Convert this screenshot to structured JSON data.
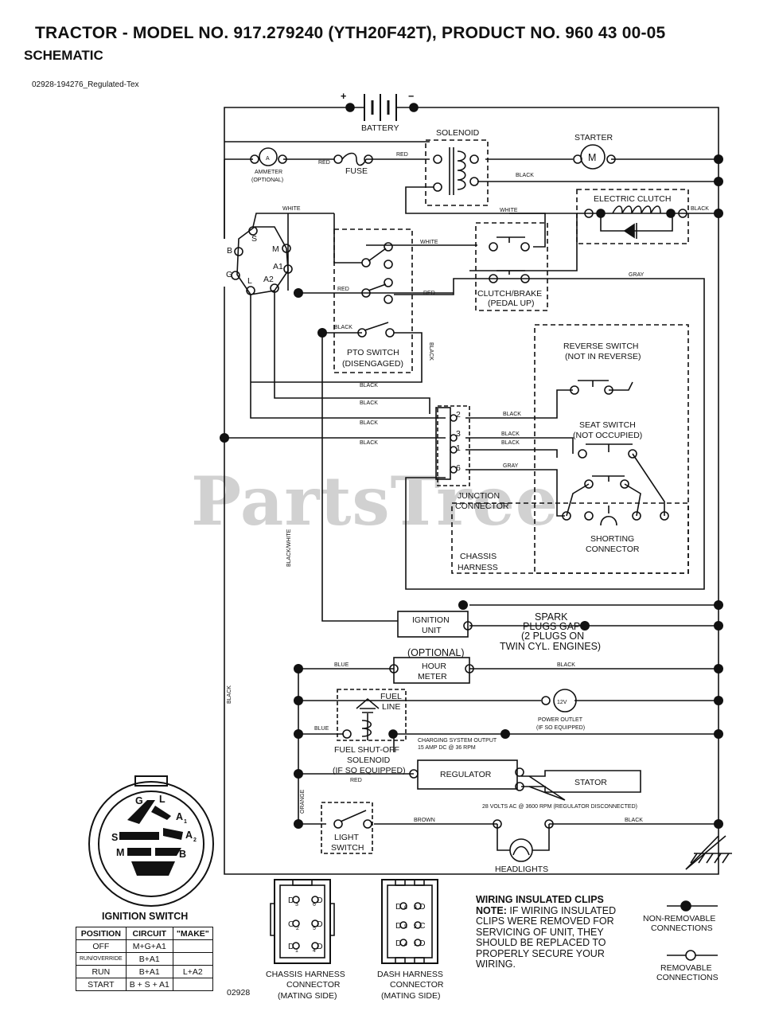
{
  "header": {
    "title": "TRACTOR - MODEL NO. 917.279240 (YTH20F42T), PRODUCT NO. 960 43 00-05",
    "subtitle": "SCHEMATIC",
    "reference": "02928-194276_Regulated-Tex"
  },
  "watermark": "PartsTree",
  "components": {
    "battery": "BATTERY",
    "plus": "+",
    "minus": "−",
    "solenoid": "SOLENOID",
    "starter": "STARTER",
    "starter_symbol": "M",
    "ammeter": "AMMETER",
    "ammeter_optional": "(OPTIONAL)",
    "ammeter_symbol": "A",
    "fuse": "FUSE",
    "electric_clutch": "ELECTRIC CLUTCH",
    "clutch_brake_1": "CLUTCH/BRAKE",
    "clutch_brake_2": "(PEDAL UP)",
    "pto_switch_1": "PTO SWITCH",
    "pto_switch_2": "(DISENGAGED)",
    "reverse_switch_1": "REVERSE SWITCH",
    "reverse_switch_2": "(NOT IN REVERSE)",
    "seat_switch_1": "SEAT SWITCH",
    "seat_switch_2": "(NOT OCCUPIED)",
    "junction_1": "JUNCTION",
    "junction_2": "CONNECTOR",
    "shorting_1": "SHORTING",
    "shorting_2": "CONNECTOR",
    "chassis_h_1": "CHASSIS",
    "chassis_h_2": "HARNESS",
    "ignition_unit_1": "IGNITION",
    "ignition_unit_2": "UNIT",
    "spark_1": "SPARK",
    "spark_2": "PLUGS GAP",
    "spark_3": "(2 PLUGS ON",
    "spark_4": "TWIN CYL. ENGINES)",
    "optional": "(OPTIONAL)",
    "hour_meter_1": "HOUR",
    "hour_meter_2": "METER",
    "fuel_line_1": "FUEL",
    "fuel_line_2": "LINE",
    "power_outlet_symbol": "12V",
    "power_outlet_1": "POWER OUTLET",
    "power_outlet_2": "(IF SO EQUIPPED)",
    "fuel_shutoff_1": "FUEL SHUT-OFF",
    "fuel_shutoff_2": "SOLENOID",
    "fuel_shutoff_3": "(IF SO EQUIPPED)",
    "charging_1": "CHARGING SYSTEM OUTPUT",
    "charging_2": "15 AMP DC @ 36 RPM",
    "regulator": "REGULATOR",
    "stator": "STATOR",
    "volts_ac": "28 VOLTS AC @ 3600 RPM (REGULATOR DISCONNECTED)",
    "light_switch_1": "LIGHT",
    "light_switch_2": "SWITCH",
    "headlights": "HEADLIGHTS"
  },
  "switch_terminals": {
    "s": "S",
    "b": "B",
    "m": "M",
    "a1": "A1",
    "g": "G",
    "l": "L",
    "a2": "A2"
  },
  "junction_pins": {
    "p2": "2",
    "p3": "3",
    "p1": "1",
    "p6": "6"
  },
  "wire_colors": {
    "red": "RED",
    "black": "BLACK",
    "white": "WHITE",
    "gray": "GRAY",
    "blue": "BLUE",
    "brown": "BROWN",
    "orange": "ORANGE",
    "black_white": "BLACK/WHITE"
  },
  "ignition_switch": {
    "title": "IGNITION SWITCH",
    "face_labels": {
      "g": "G",
      "l": "L",
      "a1": "A",
      "a1_sub": "1",
      "a2": "A",
      "a2_sub": "2",
      "s": "S",
      "m": "M",
      "b": "B"
    },
    "columns": [
      "POSITION",
      "CIRCUIT",
      "\"MAKE\""
    ],
    "rows": [
      {
        "position": "OFF",
        "circuit": "M+G+A1",
        "make": ""
      },
      {
        "position": "RUN/OVERRIDE",
        "circuit": "B+A1",
        "make": ""
      },
      {
        "position": "RUN",
        "circuit": "B+A1",
        "make": "L+A2"
      },
      {
        "position": "START",
        "circuit": "B + S + A1",
        "make": ""
      }
    ]
  },
  "connectors": {
    "chassis_1": "CHASSIS HARNESS",
    "chassis_2": "CONNECTOR",
    "chassis_3": "(MATING SIDE)",
    "dash_1": "DASH HARNESS",
    "dash_2": "CONNECTOR",
    "dash_3": "(MATING SIDE)",
    "pins": {
      "d3": "D",
      "d3s": "3",
      "d6": "D",
      "d6s": "6",
      "c2": "C",
      "c2s": "2",
      "d5": "D",
      "d5s": "5",
      "d1": "D",
      "d1s": "1",
      "d4": "D",
      "d4s": "4"
    },
    "diagram_code": "02928"
  },
  "notes": {
    "heading": "WIRING INSULATED CLIPS",
    "note_label": "NOTE:",
    "note_text": "IF WIRING INSULATED CLIPS WERE REMOVED FOR SERVICING OF UNIT, THEY SHOULD BE REPLACED TO PROPERLY SECURE YOUR WIRING."
  },
  "legend": {
    "non_removable_1": "NON-REMOVABLE",
    "non_removable_2": "CONNECTIONS",
    "removable_1": "REMOVABLE",
    "removable_2": "CONNECTIONS"
  }
}
